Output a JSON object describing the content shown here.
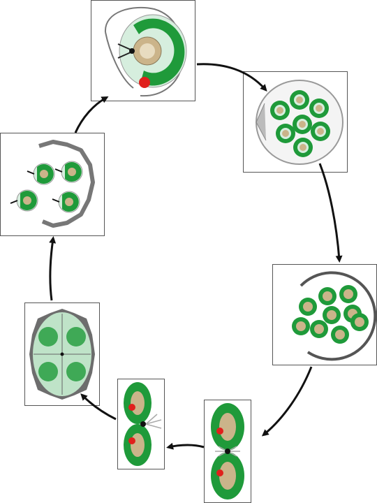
{
  "diagram": {
    "type": "cycle",
    "stages": [
      {
        "id": "mature-cell"
      },
      {
        "id": "cyst-with-daughter-cells"
      },
      {
        "id": "opening-cyst-releasing-cells"
      },
      {
        "id": "dividing-cell-pair-a"
      },
      {
        "id": "dividing-cell-pair-b"
      },
      {
        "id": "four-cell-stage-in-cyst"
      },
      {
        "id": "released-young-cells"
      }
    ],
    "arrow_sequence": [
      "mature-cell",
      "cyst-with-daughter-cells",
      "opening-cyst-releasing-cells",
      "dividing-cell-pair-a",
      "dividing-cell-pair-b",
      "four-cell-stage-in-cyst",
      "released-young-cells",
      "mature-cell"
    ]
  },
  "colors": {
    "chloroplast_green": "#1f9a3a",
    "cell_light_green": "#d6eede",
    "nucleus_tan": "#cbb48a",
    "eyespot_red": "#e0201c",
    "cyst_wall_grey": "#8a8a8a",
    "arrow_black": "#111111"
  }
}
